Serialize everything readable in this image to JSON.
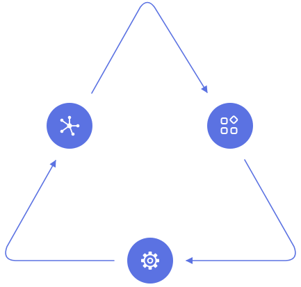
{
  "colors": {
    "accent": "#5b72e2",
    "arrow": "#5b72e2",
    "icon_fg": "#ffffff",
    "background": "#ffffff"
  },
  "nodes": [
    {
      "id": "network",
      "icon": "network-icon"
    },
    {
      "id": "apps",
      "icon": "apps-grid-icon"
    },
    {
      "id": "settings",
      "icon": "gear-icon"
    }
  ],
  "edges": [
    {
      "from": "network",
      "to": "apps",
      "direction": "clockwise"
    },
    {
      "from": "apps",
      "to": "settings",
      "direction": "clockwise"
    },
    {
      "from": "settings",
      "to": "network",
      "direction": "clockwise"
    }
  ]
}
